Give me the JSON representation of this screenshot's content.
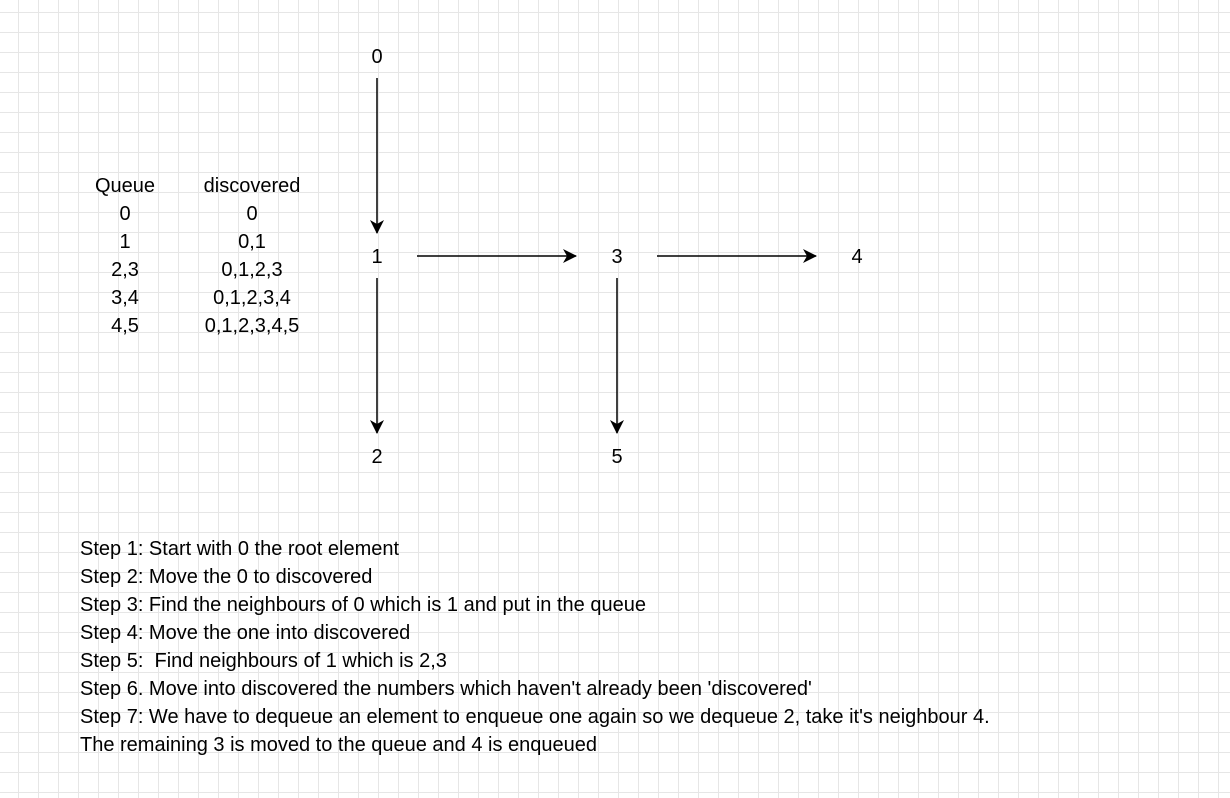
{
  "graph": {
    "nodes": [
      "0",
      "1",
      "2",
      "3",
      "4",
      "5"
    ],
    "edges": [
      [
        "0",
        "1"
      ],
      [
        "1",
        "3"
      ],
      [
        "1",
        "2"
      ],
      [
        "3",
        "4"
      ],
      [
        "3",
        "5"
      ]
    ]
  },
  "table": {
    "headers": [
      "Queue",
      "discovered"
    ],
    "queue": [
      "0",
      "1",
      "2,3",
      "3,4",
      "4,5"
    ],
    "discovered": [
      "0",
      "0,1",
      "0,1,2,3",
      "0,1,2,3,4",
      "0,1,2,3,4,5"
    ]
  },
  "steps": [
    "Step 1: Start with 0 the root element",
    "Step 2: Move the 0 to discovered",
    "Step 3: Find the neighbours of 0 which is 1 and put in the queue",
    "Step 4: Move the one into discovered",
    "Step 5:  Find neighbours of 1 which is 2,3",
    "Step 6. Move into discovered the numbers which haven't already been 'discovered'",
    "Step 7: We have to dequeue an element to enqueue one again so we dequeue 2, take it's neighbour 4.",
    "The remaining 3 is moved to the queue and 4 is enqueued"
  ],
  "colors": {
    "ink": "#000000",
    "grid": "#e6e6e6"
  }
}
